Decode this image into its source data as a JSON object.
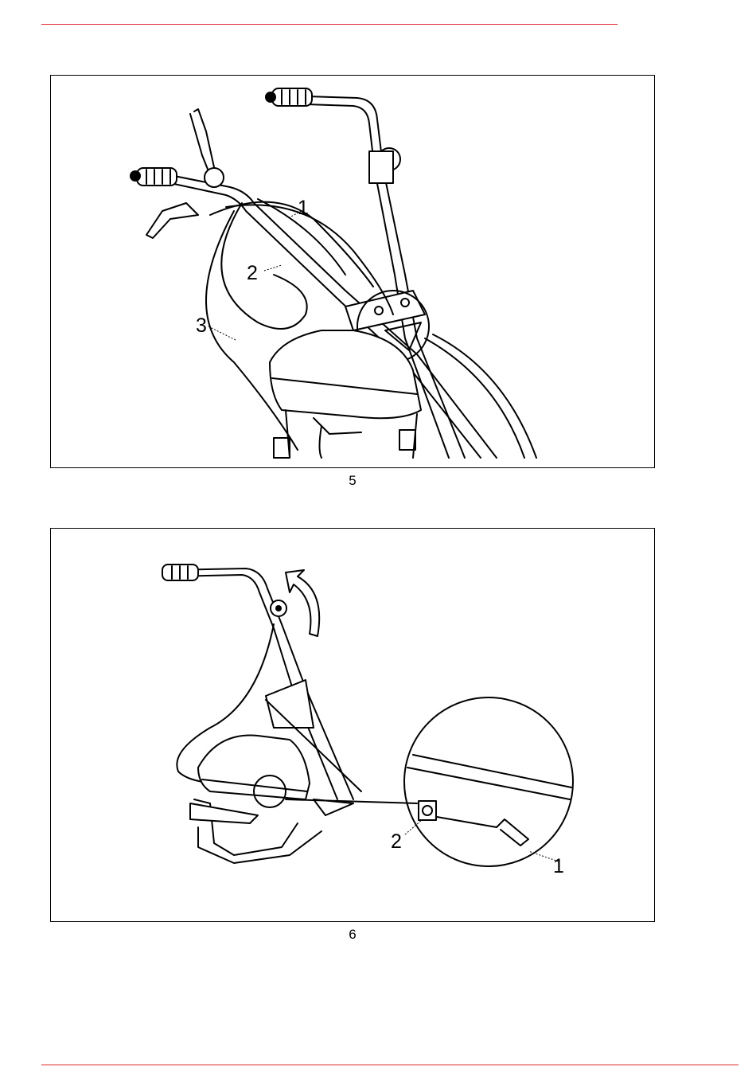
{
  "colors": {
    "rule": "#e0282e",
    "ink": "#000000"
  },
  "figure5": {
    "caption": "5",
    "callouts": [
      "1",
      "2",
      "3"
    ]
  },
  "figure6": {
    "caption": "6",
    "callouts": [
      "2",
      "1"
    ]
  }
}
